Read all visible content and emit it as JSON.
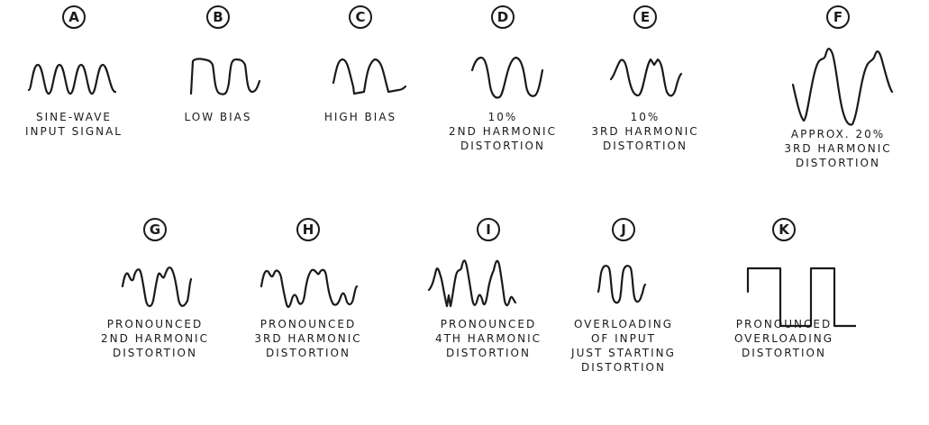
{
  "figure": {
    "panels": [
      {
        "letter": "A",
        "caption": [
          "SINE-WAVE",
          "INPUT SIGNAL"
        ]
      },
      {
        "letter": "B",
        "caption": [
          "LOW BIAS"
        ]
      },
      {
        "letter": "C",
        "caption": [
          "HIGH BIAS"
        ]
      },
      {
        "letter": "D",
        "caption": [
          "10%",
          "2ND HARMONIC",
          "DISTORTION"
        ]
      },
      {
        "letter": "E",
        "caption": [
          "10%",
          "3RD HARMONIC",
          "DISTORTION"
        ]
      },
      {
        "letter": "F",
        "caption": [
          "APPROX. 20%",
          "3RD HARMONIC",
          "DISTORTION"
        ]
      },
      {
        "letter": "G",
        "caption": [
          "PRONOUNCED",
          "2ND HARMONIC",
          "DISTORTION"
        ]
      },
      {
        "letter": "H",
        "caption": [
          "PRONOUNCED",
          "3RD HARMONIC",
          "DISTORTION"
        ]
      },
      {
        "letter": "I",
        "caption": [
          "PRONOUNCED",
          "4TH HARMONIC",
          "DISTORTION"
        ]
      },
      {
        "letter": "J",
        "caption": [
          "OVERLOADING",
          "OF INPUT",
          "JUST STARTING",
          "DISTORTION"
        ]
      },
      {
        "letter": "K",
        "caption": [
          "PRONOUNCED",
          "OVERLOADING",
          "DISTORTION"
        ]
      }
    ]
  }
}
